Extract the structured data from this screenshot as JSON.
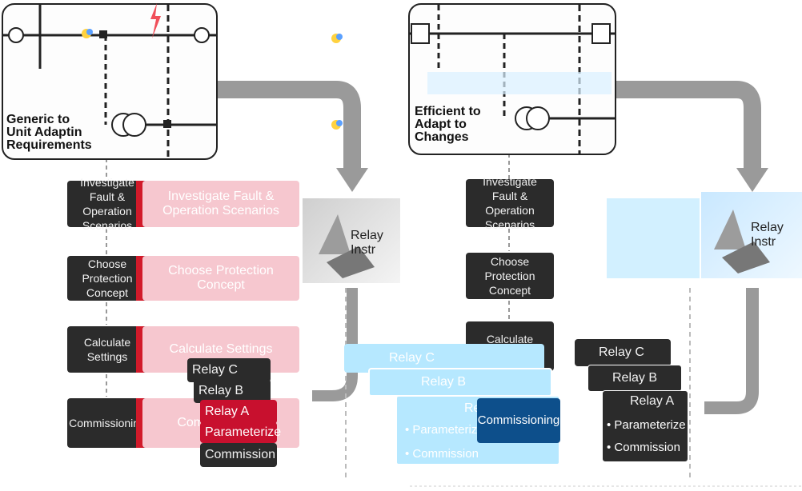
{
  "left": {
    "panel_title_lines": [
      "Generic to",
      "Unit Adaptin",
      "Requirements"
    ],
    "steps": [
      {
        "dark": "Investigate Fault & Operation Scenarios",
        "red": "Investigate Fault & Operation Scenarios"
      },
      {
        "dark": "Choose Protection Concept",
        "red": "Choose Protection Concept"
      },
      {
        "dark": "Calculate Settings",
        "red": "Calculate Settings"
      },
      {
        "dark": "Commissioning",
        "red": "Commissioning"
      }
    ],
    "relay_label": "Relay Instr",
    "stack": [
      "Relay C",
      "Relay B",
      "Relay A",
      "Parameterize",
      "Commission"
    ]
  },
  "right": {
    "panel_title_lines": [
      "Efficient to",
      "Adapt to",
      "Changes"
    ],
    "steps": [
      "Investigate Fault & Operation Scenarios",
      "Choose Protection Concept",
      "Calculate Settings",
      "Commissioning"
    ],
    "relay_label": "Relay Instr",
    "blue_stack": [
      "Relay C",
      "Relay B",
      "Relay A",
      "Parameterize",
      "Commission"
    ],
    "dark_stack": [
      "Relay C",
      "Relay B",
      "Relay A",
      "Parameterize",
      "Commission"
    ]
  },
  "colors": {
    "red": "#d11a2a",
    "pink": "#f6c7cf",
    "dark": "#2b2b2b",
    "blue": "#b6e8ff",
    "navy": "#0d4f8b",
    "arrow": "#9a9a9a"
  }
}
